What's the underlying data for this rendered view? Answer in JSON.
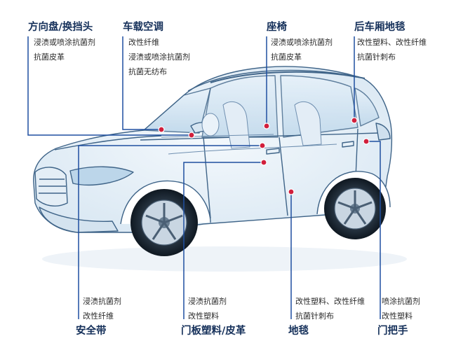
{
  "callouts": {
    "steering": {
      "title": "方向盘/换挡头",
      "items": [
        "浸渍或喷涂抗菌剂",
        "抗菌皮革"
      ]
    },
    "ac": {
      "title": "车载空调",
      "items": [
        "改性纤维",
        "浸渍或喷涂抗菌剂",
        "抗菌无纺布"
      ]
    },
    "seat": {
      "title": "座椅",
      "items": [
        "浸渍或喷涂抗菌剂",
        "抗菌皮革"
      ]
    },
    "trunk": {
      "title": "后车厢地毯",
      "items": [
        "改性塑料、改性纤维",
        "抗菌针刺布"
      ]
    },
    "seatbelt": {
      "title": "安全带",
      "items": [
        "浸渍抗菌剂",
        "改性纤维"
      ]
    },
    "door_panel": {
      "title": "门板塑料/皮革",
      "items": [
        "浸渍抗菌剂",
        "改性塑料"
      ]
    },
    "floor": {
      "title": "地毯",
      "items": [
        "改性塑料、改性纤维",
        "抗菌针刺布"
      ]
    },
    "handle": {
      "title": "门把手",
      "items": [
        "喷涂抗菌剂",
        "改性塑料"
      ]
    }
  },
  "colors": {
    "leader": "#1f4fa0",
    "dot": "#d11f3c",
    "title": "#15305a",
    "car_line": "#3f6488",
    "glass": "#cfe2f2"
  }
}
